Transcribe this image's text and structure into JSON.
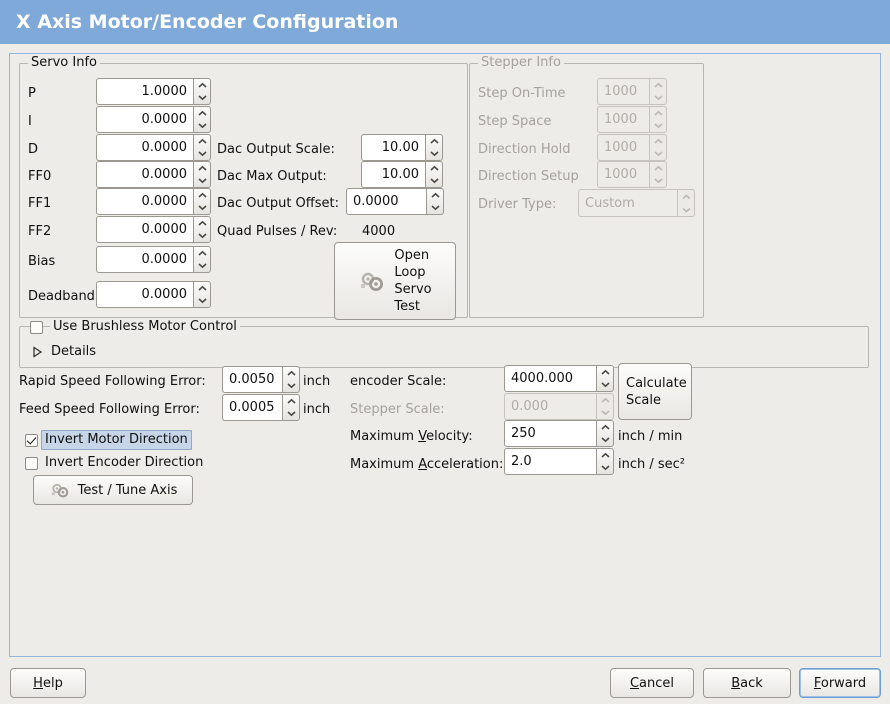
{
  "window": {
    "title": "X Axis Motor/Encoder Configuration",
    "header_color": "#7fa9d8",
    "frame_color": "#93b4dc"
  },
  "servo_info": {
    "legend": "Servo Info",
    "rows": [
      {
        "label": "P",
        "value": "1.0000"
      },
      {
        "label": "I",
        "value": "0.0000"
      },
      {
        "label": "D",
        "value": "0.0000"
      },
      {
        "label": "FF0",
        "value": "0.0000"
      },
      {
        "label": "FF1",
        "value": "0.0000"
      },
      {
        "label": "FF2",
        "value": "0.0000"
      },
      {
        "label": "Bias",
        "value": "0.0000"
      },
      {
        "label": "Deadband",
        "value": "0.0000"
      }
    ],
    "dac": [
      {
        "label": "Dac Output Scale:",
        "value": "10.00"
      },
      {
        "label": "Dac Max Output:",
        "value": "10.00"
      },
      {
        "label": "Dac Output Offset:",
        "value": "0.0000"
      }
    ],
    "quad_pulses_label": "Quad Pulses / Rev:",
    "quad_pulses_value": "4000",
    "open_loop_button": [
      "Open",
      "Loop",
      "Servo",
      "Test"
    ],
    "open_loop_icon": "gears-icon"
  },
  "stepper_info": {
    "legend": "Stepper Info",
    "disabled": true,
    "rows": [
      {
        "label": "Step On-Time",
        "value": "1000"
      },
      {
        "label": "Step Space",
        "value": "1000"
      },
      {
        "label": "Direction Hold",
        "value": "1000"
      },
      {
        "label": "Direction Setup",
        "value": "1000"
      }
    ],
    "driver_type_label": "Driver Type:",
    "driver_type_value": "Custom"
  },
  "brushless": {
    "checkbox_label": "Use Brushless Motor Control",
    "checked": false,
    "details_label": "Details",
    "details_expanded": false
  },
  "errors": {
    "rapid_label": "Rapid Speed Following Error:",
    "rapid_value": "0.0050",
    "rapid_unit": "inch",
    "feed_label": "Feed Speed Following Error:",
    "feed_value": "0.0005",
    "feed_unit": "inch"
  },
  "inverts": {
    "motor_label": "Invert Motor Direction",
    "motor_checked": true,
    "motor_focused": true,
    "encoder_label": "Invert Encoder Direction",
    "encoder_checked": false
  },
  "test_tune": {
    "label": "Test / Tune Axis",
    "icon": "gears-icon"
  },
  "scales": {
    "encoder_label": "encoder Scale:",
    "encoder_value": "4000.000",
    "stepper_label": "Stepper Scale:",
    "stepper_value": "0.000",
    "stepper_disabled": true,
    "calculate_button": [
      "Calculate",
      "Scale"
    ],
    "velocity_label_pre": "Maximum ",
    "velocity_label_mn": "V",
    "velocity_label_post": "elocity:",
    "velocity_value": "250",
    "velocity_unit": "inch / min",
    "accel_label_pre": "Maximum ",
    "accel_label_mn": "A",
    "accel_label_post": "cceleration:",
    "accel_value": "2.0",
    "accel_unit": "inch / sec²"
  },
  "footer": {
    "help_mn": "H",
    "help_rest": "elp",
    "cancel_mn": "C",
    "cancel_rest": "ancel",
    "back_mn": "B",
    "back_rest": "ack",
    "forward_mn": "F",
    "forward_rest": "orward",
    "forward_focused": true
  }
}
